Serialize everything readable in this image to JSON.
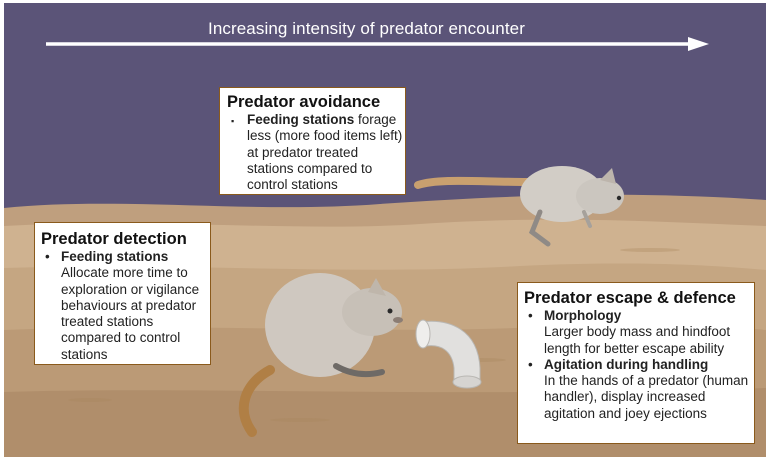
{
  "header": {
    "title": "Increasing intensity of predator encounter"
  },
  "colors": {
    "sky": "#5b5478",
    "sand": "#c9ab88",
    "box_border": "#8a5a1c",
    "arrow": "#ffffff"
  },
  "avoidance": {
    "heading": "Predator avoidance",
    "items": [
      {
        "strong": "Feeding stations",
        "text": " forage less (more food items left) at predator treated stations compared to control stations"
      }
    ]
  },
  "detection": {
    "heading": "Predator detection",
    "items": [
      {
        "strong": "Feeding stations",
        "text": "Allocate more time to exploration or vigilance behaviours at predator treated stations compared to control stations"
      }
    ]
  },
  "escape": {
    "heading": "Predator escape & defence",
    "items": [
      {
        "strong": "Morphology",
        "text": "Larger body mass and hindfoot length for better escape ability"
      },
      {
        "strong": "Agitation during handling",
        "text": "In the hands of a predator (human handler), display increased agitation and joey ejections"
      }
    ]
  },
  "bullets": {
    "round": "•",
    "square": "▪"
  }
}
